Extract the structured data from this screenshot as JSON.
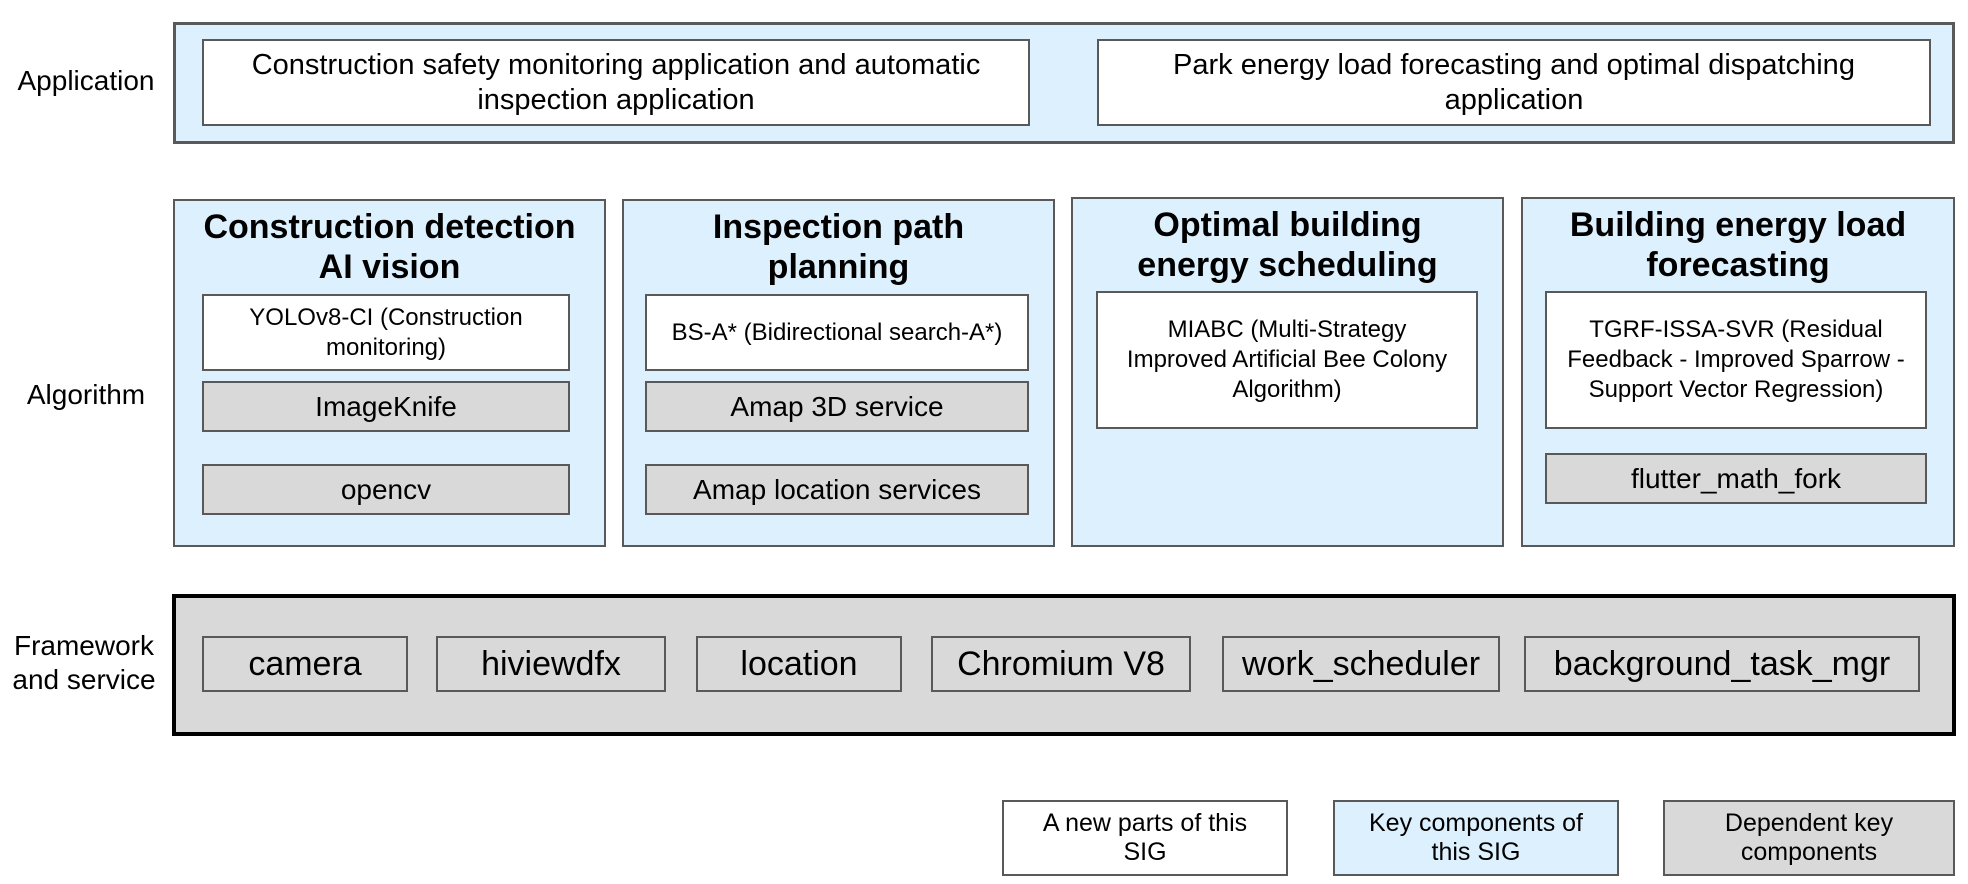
{
  "layers": {
    "application": "Application",
    "algorithm": "Algorithm",
    "framework": "Framework and service"
  },
  "application": [
    "Construction safety monitoring application and automatic inspection application",
    "Park energy load forecasting and optimal dispatching application"
  ],
  "algorithm_columns": [
    {
      "title": "Construction detection AI vision",
      "core": "YOLOv8-CI (Construction monitoring)",
      "deps": [
        "ImageKnife",
        "opencv"
      ]
    },
    {
      "title": "Inspection path planning",
      "core": "BS-A* (Bidirectional search-A*)",
      "deps": [
        "Amap 3D service",
        "Amap location services"
      ]
    },
    {
      "title": "Optimal building energy scheduling",
      "core": "MIABC (Multi-Strategy Improved Artificial Bee Colony Algorithm)",
      "deps": []
    },
    {
      "title": "Building energy load forecasting",
      "core": "TGRF-ISSA-SVR (Residual Feedback - Improved Sparrow - Support Vector Regression)",
      "deps": [
        "flutter_math_fork"
      ]
    }
  ],
  "framework_items": [
    "camera",
    "hiviewdfx",
    "location",
    "Chromium V8",
    "work_scheduler",
    "background_task_mgr"
  ],
  "legend": [
    {
      "label": "A new parts of this SIG",
      "color": "#ffffff"
    },
    {
      "label": "Key components of this SIG",
      "color": "#ddf0fd"
    },
    {
      "label": "Dependent key components",
      "color": "#d9d9d9"
    }
  ]
}
